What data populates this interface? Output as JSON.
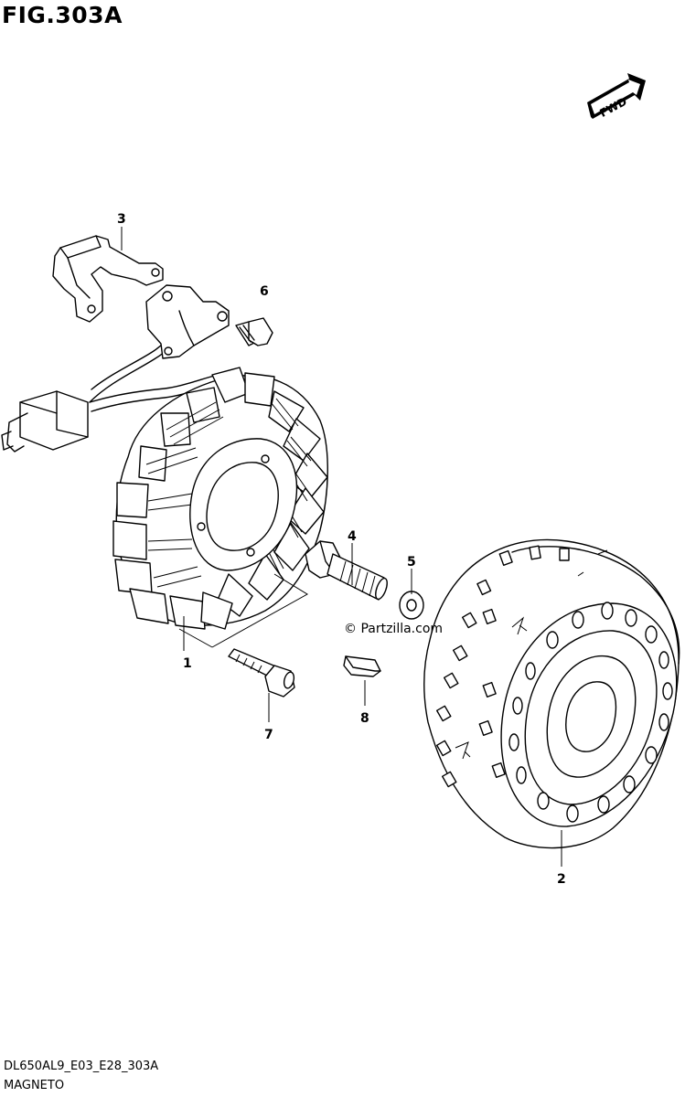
{
  "figure": {
    "title": "FIG.303A"
  },
  "direction_badge": {
    "label": "FWD"
  },
  "watermark": {
    "text": "© Partzilla.com"
  },
  "callouts": [
    {
      "id": "1",
      "label": "1",
      "part": "stator"
    },
    {
      "id": "2",
      "label": "2",
      "part": "rotor"
    },
    {
      "id": "3",
      "label": "3",
      "part": "clamp"
    },
    {
      "id": "4",
      "label": "4",
      "part": "bolt"
    },
    {
      "id": "5",
      "label": "5",
      "part": "washer"
    },
    {
      "id": "6",
      "label": "6",
      "part": "bolt-small"
    },
    {
      "id": "7",
      "label": "7",
      "part": "screw"
    },
    {
      "id": "8",
      "label": "8",
      "part": "key"
    }
  ],
  "footer": {
    "code": "DL650AL9_E03_E28_303A",
    "name": "MAGNETO"
  }
}
